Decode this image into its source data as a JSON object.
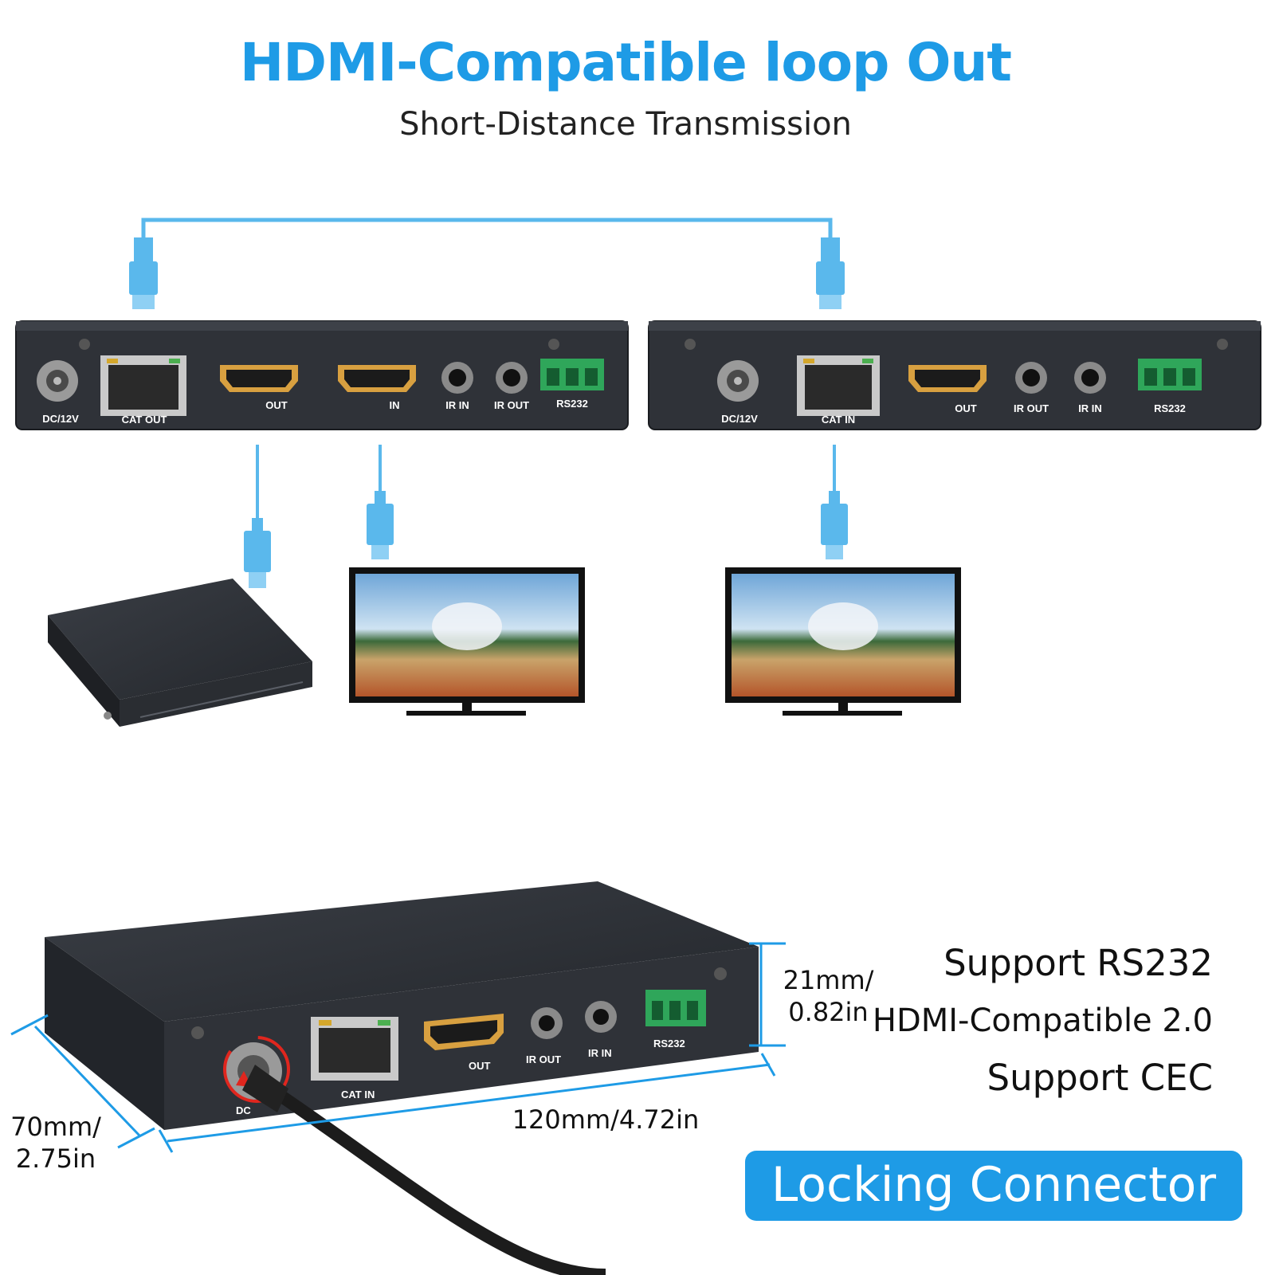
{
  "heading": {
    "title": "HDMI-Compatible loop Out",
    "subtitle": "Short-Distance Transmission"
  },
  "transmitter": {
    "ports": [
      "DC/12V",
      "CAT OUT",
      "OUT",
      "IN",
      "IR IN",
      "IR OUT",
      "RS232"
    ]
  },
  "receiver": {
    "ports": [
      "DC/12V",
      "CAT IN",
      "OUT",
      "IR OUT",
      "IR IN",
      "RS232"
    ]
  },
  "product_photo": {
    "ports": [
      "DC",
      "CAT IN",
      "OUT",
      "IR OUT",
      "IR IN",
      "RS232"
    ]
  },
  "dimensions": {
    "height": "21mm/\n0.82in",
    "width": "120mm/4.72in",
    "depth": "70mm/\n2.75in"
  },
  "features": [
    "Support RS232",
    "HDMI-Compatible 2.0",
    "Support CEC"
  ],
  "badge": "Locking Connector",
  "colors": {
    "accent": "#1e9be6",
    "cable": "#5ab8ec",
    "device": "#2f3238",
    "terminal": "#2fa65a"
  }
}
